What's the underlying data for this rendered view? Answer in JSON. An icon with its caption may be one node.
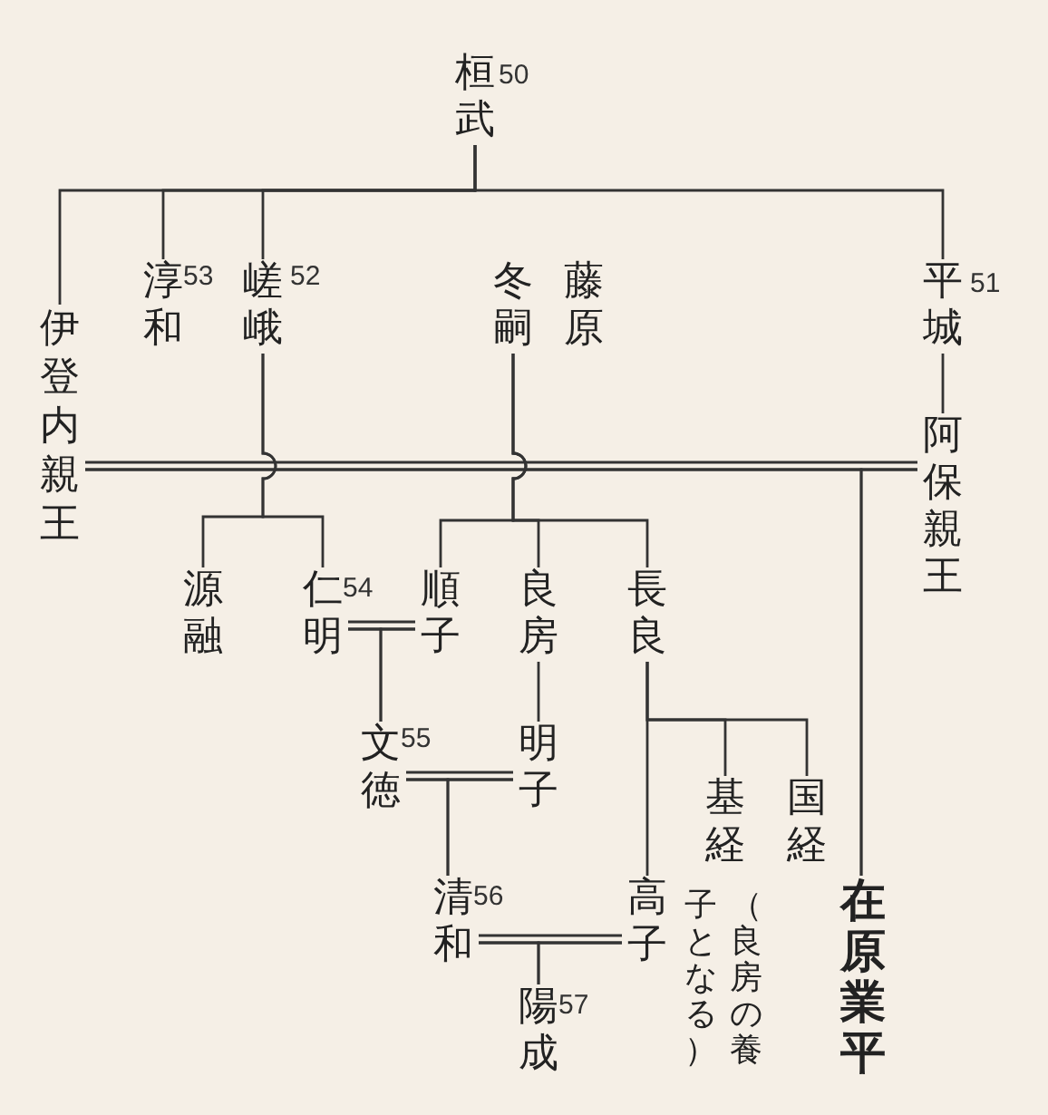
{
  "diagram": {
    "nodes": [
      {
        "text": [
          "桓武"
        ],
        "beside": [
          "50"
        ]
      },
      {
        "text": [
          "伊登内親王"
        ]
      },
      {
        "text": [
          "淳和"
        ],
        "beside": [
          "53"
        ]
      },
      {
        "text": [
          "嵯峨"
        ],
        "beside": [
          "52"
        ]
      },
      {
        "text": [
          "冬嗣",
          "藤原"
        ]
      },
      {
        "text": [
          "平城"
        ],
        "beside": [
          "51"
        ]
      },
      {
        "text": [
          "阿保親王"
        ]
      },
      {
        "text": [
          "源融"
        ]
      },
      {
        "text": [
          "仁明"
        ],
        "beside": [
          "54"
        ]
      },
      {
        "text": [
          "順子"
        ]
      },
      {
        "text": [
          "良房"
        ]
      },
      {
        "text": [
          "明子"
        ]
      },
      {
        "text": [
          "長良"
        ]
      },
      {
        "text": [
          "文徳"
        ],
        "beside": [
          "55"
        ]
      },
      {
        "text": [
          "基経"
        ],
        "beside": [
          "（良房の養子となる）"
        ]
      },
      {
        "text": [
          "国経"
        ]
      },
      {
        "text": [
          "清和"
        ],
        "beside": [
          "56"
        ]
      },
      {
        "text": [
          "高子"
        ]
      },
      {
        "text": [
          "在原業平"
        ]
      },
      {
        "text": [
          "陽成"
        ],
        "beside": [
          "57"
        ]
      }
    ],
    "edges": [
      {
        "from": 0,
        "to": 1,
        "arrow": "none"
      },
      {
        "from": 0,
        "to": 2,
        "arrow": "none"
      },
      {
        "from": 0,
        "to": 3,
        "arrow": "none"
      },
      {
        "from": 0,
        "to": 5,
        "arrow": "none"
      },
      {
        "from": 5,
        "to": 6,
        "arrow": "none"
      },
      {
        "from": 1,
        "to": 6,
        "arrow": "none"
      },
      {
        "from": 1,
        "to": 18,
        "arrow": "none"
      },
      {
        "from": 6,
        "to": 18,
        "arrow": "none"
      },
      {
        "from": 3,
        "to": 7,
        "arrow": "none"
      },
      {
        "from": 3,
        "to": 8,
        "arrow": "none"
      },
      {
        "from": 4,
        "to": 9,
        "arrow": "none"
      },
      {
        "from": 4,
        "to": 10,
        "arrow": "none"
      },
      {
        "from": 4,
        "to": 12,
        "arrow": "none"
      },
      {
        "from": 8,
        "to": 9,
        "arrow": "none"
      },
      {
        "from": 8,
        "to": 13,
        "arrow": "none"
      },
      {
        "from": 9,
        "to": 13,
        "arrow": "none"
      },
      {
        "from": 10,
        "to": 11,
        "arrow": "none"
      },
      {
        "from": 13,
        "to": 11,
        "arrow": "none"
      },
      {
        "from": 13,
        "to": 16,
        "arrow": "none"
      },
      {
        "from": 11,
        "to": 16,
        "arrow": "none"
      },
      {
        "from": 12,
        "to": 17,
        "arrow": "none"
      },
      {
        "from": 12,
        "to": 14,
        "arrow": "none"
      },
      {
        "from": 12,
        "to": 15,
        "arrow": "none"
      },
      {
        "from": 16,
        "to": 17,
        "arrow": "none"
      },
      {
        "from": 16,
        "to": 19,
        "arrow": "none"
      },
      {
        "from": 17,
        "to": 19,
        "arrow": "none"
      }
    ]
  }
}
